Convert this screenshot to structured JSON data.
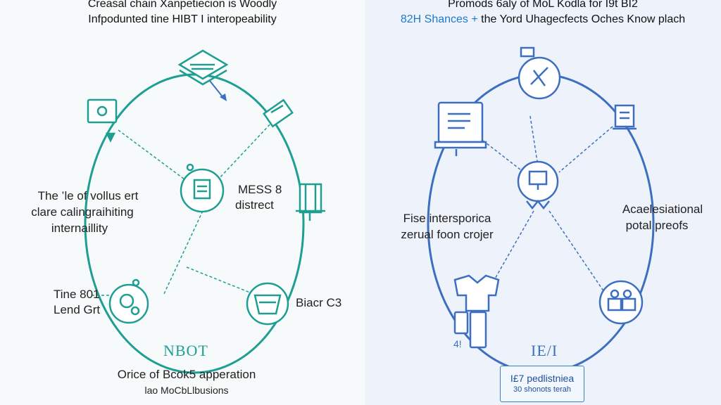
{
  "colors": {
    "teal": "#1f9e94",
    "blue": "#3d6fc1",
    "accent_blue": "#1f78c8"
  },
  "left": {
    "title_line1": "Creasal chain Xanpetiecion is Woodly",
    "title_line2": "Infpodunted tine HIBT I interopeability",
    "center_label_line1": "MESS 8",
    "center_label_line2": "distrect",
    "left_label_line1": "The ‛le of vollus ert",
    "left_label_line2": "clare calingraihiting",
    "left_label_line3": "internaillity",
    "bottom_left_label_line1": "Tine 801",
    "bottom_left_label_line2": "Lend Grt",
    "bottom_right_label": "Biacr C3",
    "bottom_code": "NBOT",
    "footer_line1": "Orice of Bcok5 apperation",
    "footer_line2": "lao MoCbLlbusions",
    "icons": [
      "stacked-layers-icon",
      "computer-monitor-icon",
      "laptop-icon",
      "network-node-icon",
      "server-tower-icon",
      "gear-cluster-icon",
      "chip-icon"
    ]
  },
  "right": {
    "title_line1": "Promods 6aly of MoL Kodla for I9t BI2",
    "title_prefix": "82H Shances +",
    "title_line2_rest": " the Yord Uhagecfects Oches Know plach",
    "center_left_label_line1": "Fise intersporica",
    "center_left_label_line2": "zerual foon crojer",
    "right_label_line1": "Acaelesiational",
    "right_label_line2": "potal preofs",
    "bottom_code": "IE/I",
    "bottom_left_mark": "4!",
    "badge_line1": "I£7 pedlistniea",
    "badge_line2": "30 shonots terah",
    "icons": [
      "person-lock-icon",
      "document-monitor-icon",
      "small-monitor-icon",
      "central-node-icon",
      "shirt-device-icon",
      "people-network-icon"
    ]
  }
}
